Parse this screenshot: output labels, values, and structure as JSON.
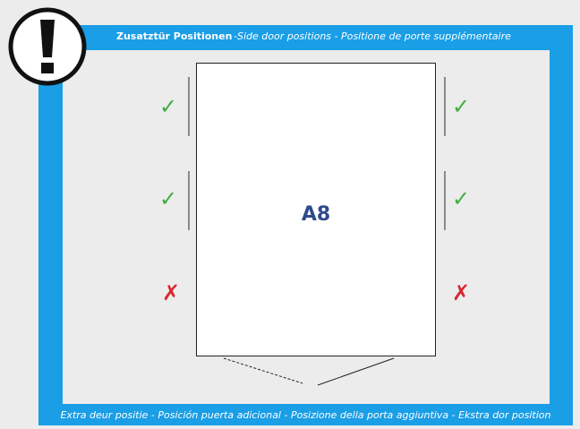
{
  "header": {
    "title_bold": "Zusatztür Positionen",
    "title_rest": " -Side door positions - Positione de porte supplémentaire"
  },
  "footer": {
    "text": "Extra deur positie - Posición puerta adicional - Posizione della porta aggiuntiva - Ekstra dor position"
  },
  "vehicle": {
    "model": "A8"
  },
  "positions": {
    "left_front": "✓",
    "left_middle": "✓",
    "left_rear": "✗",
    "right_front": "✓",
    "right_middle": "✓",
    "right_rear": "✗"
  },
  "colors": {
    "frame": "#1a9ee6",
    "allowed": "#3fae3f",
    "not_allowed": "#d9262f",
    "model_text": "#2e4a8e"
  },
  "icons": {
    "warning": "exclamation-circle-icon"
  }
}
